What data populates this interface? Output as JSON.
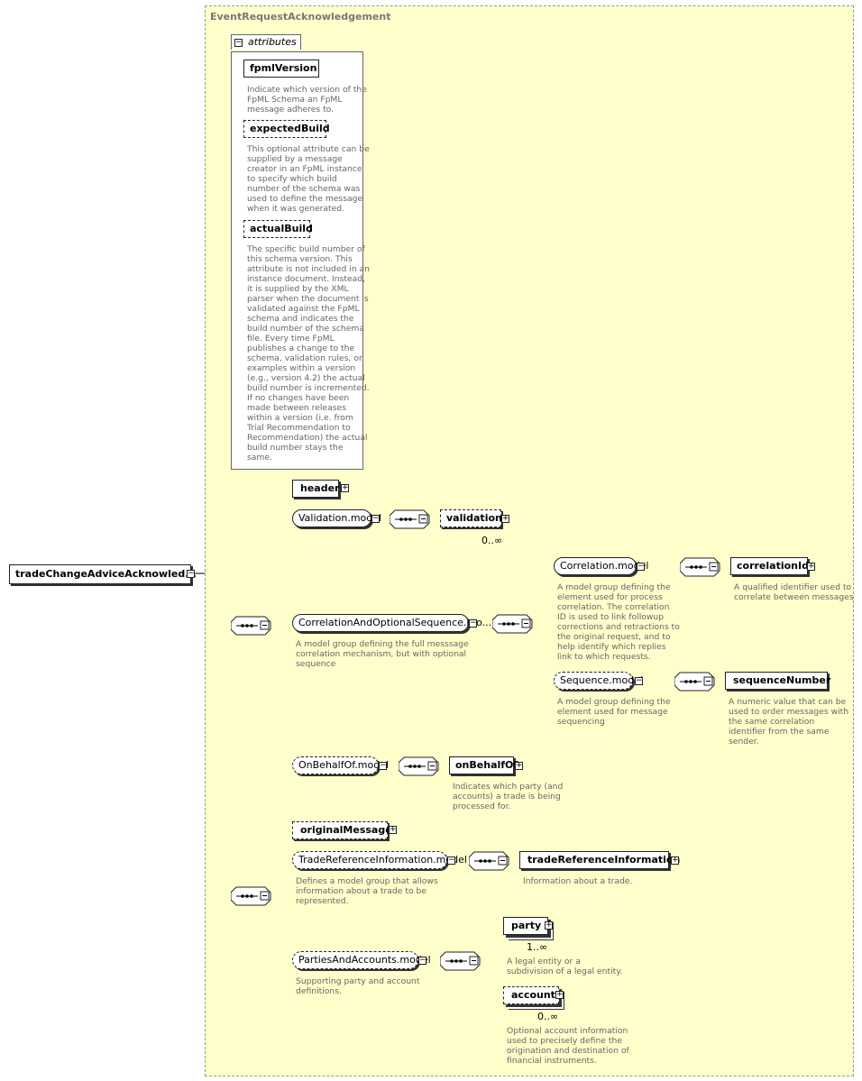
{
  "complex_type": {
    "name": "EventRequestAcknowledgement"
  },
  "root": {
    "label": "tradeChangeAdviceAcknowled..."
  },
  "attributes": {
    "tab_label": "attributes",
    "items": [
      {
        "name": "fpmlVersion",
        "desc": [
          "Indicate which version of the",
          "FpML Schema an FpML",
          "message adheres to."
        ]
      },
      {
        "name": "expectedBuild",
        "desc": [
          "This optional attribute can be",
          "supplied by a message",
          "creator in an FpML instance",
          "to specify which build",
          "number of the schema was",
          "used to define the message",
          "when it was generated."
        ]
      },
      {
        "name": "actualBuild",
        "desc": [
          "The specific build number of",
          "this schema version. This",
          "attribute is not included in an",
          "instance document. Instead,",
          "it is supplied by the XML",
          "parser when the document is",
          "validated against the FpML",
          "schema and indicates the",
          "build number of the schema",
          "file. Every time FpML",
          "publishes a change to the",
          "schema, validation rules, or",
          "examples within a version",
          "(e.g., version 4.2) the actual",
          "build number is incremented.",
          "If no changes have been",
          "made between releases",
          "within a version (i.e. from",
          "Trial Recommendation to",
          "Recommendation) the actual",
          "build number stays the",
          "same."
        ]
      }
    ]
  },
  "elements": {
    "header": "header",
    "validation_model": "Validation.model",
    "validation": "validation",
    "validation_card": "0..∞",
    "correlation_seq": "CorrelationAndOptionalSequence.mo...",
    "correlation_seq_desc": [
      "A model group defining the full messsage",
      "correlation mechanism, but with optional",
      "sequence"
    ],
    "correlation_model": "Correlation.model",
    "correlation_model_desc": [
      "A model group defining the",
      "element used for process",
      "correlation. The correlation",
      "ID is used to link followup",
      "corrections and retractions to",
      "the original request, and to",
      "help identify which replies",
      "link to which requests."
    ],
    "correlation_id": "correlationId",
    "correlation_id_desc": [
      "A qualified identifier used to",
      "correlate between messages"
    ],
    "sequence_model": "Sequence.model",
    "sequence_model_desc": [
      "A model group defining the",
      "element used for message",
      "sequencing"
    ],
    "sequence_number": "sequenceNumber",
    "sequence_number_desc": [
      "A numeric value that can be",
      "used to order messages with",
      "the same correlation",
      "identifier from the same",
      "sender."
    ],
    "on_behalf_of_model": "OnBehalfOf.model",
    "on_behalf_of": "onBehalfOf",
    "on_behalf_of_desc": [
      "Indicates which party (and",
      "accounts) a trade is being",
      "processed for."
    ],
    "original_message": "originalMessage",
    "trade_ref_model": "TradeReferenceInformation.model",
    "trade_ref_model_desc": [
      "Defines a model group that allows",
      "information about a trade to be",
      "represented."
    ],
    "trade_ref": "tradeReferenceInformation",
    "trade_ref_desc": [
      "Information about a trade."
    ],
    "parties_model": "PartiesAndAccounts.model",
    "parties_model_desc": [
      "Supporting party and account",
      "definitions."
    ],
    "party": "party",
    "party_card": "1..∞",
    "party_desc": [
      "A legal entity or a",
      "subdivision of a legal entity."
    ],
    "account": "account",
    "account_card": "0..∞",
    "account_desc": [
      "Optional account information",
      "used to precisely define the",
      "origination and destination of",
      "financial instruments."
    ]
  },
  "colors": {
    "region_fill": "#ffffcc",
    "line": "#000000",
    "desc_text": "#666666"
  },
  "icons": [
    "expand-plus-icon",
    "collapse-minus-icon",
    "sequence-compositor-icon",
    "documentation-icon"
  ]
}
